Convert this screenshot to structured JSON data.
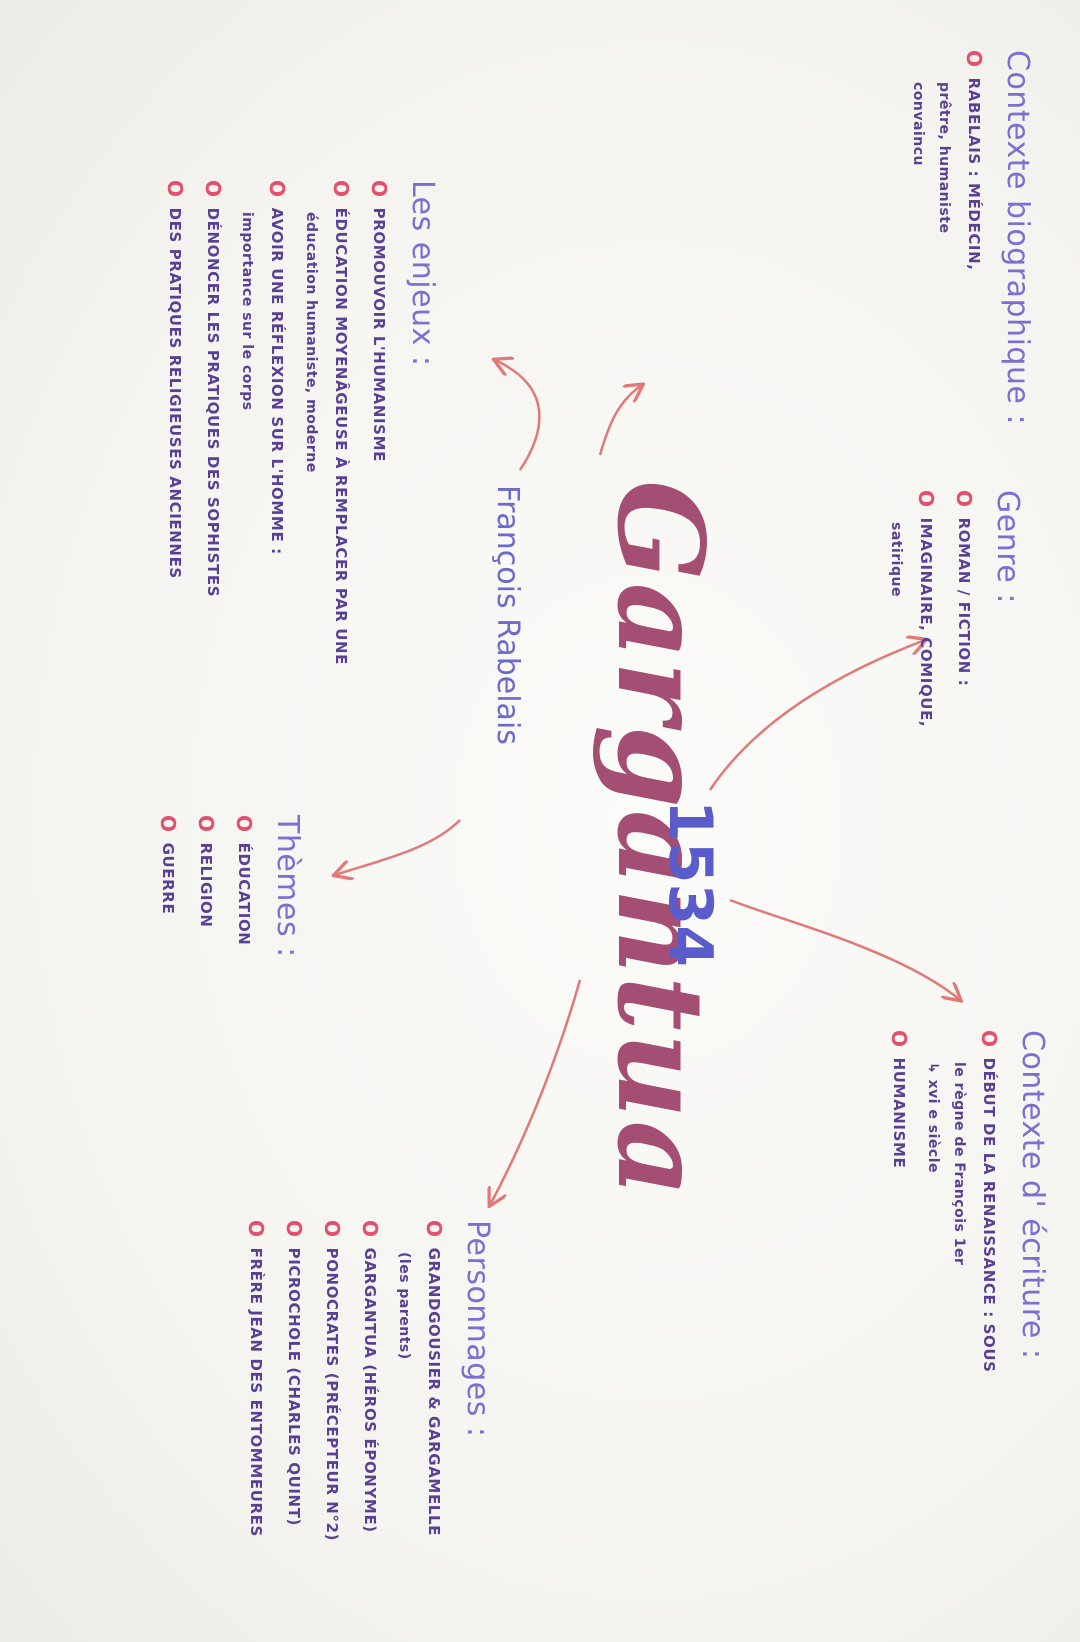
{
  "center": {
    "title": "Gargantua",
    "year": "1534",
    "author": "François Rabelais"
  },
  "contexte_bio": {
    "heading": "Contexte biographique :",
    "items": [
      {
        "text": "Rabelais : médecin,",
        "cont": [
          "prêtre, humaniste",
          "convaincu"
        ]
      }
    ]
  },
  "enjeux": {
    "heading": "Les enjeux :",
    "items": [
      {
        "text": "Promouvoir l'humanisme",
        "cont": []
      },
      {
        "text": "Éducation moyenâgeuse à remplacer par une",
        "cont": [
          "éducation humaniste, moderne"
        ]
      },
      {
        "text": "Avoir une réflexion sur l'homme :",
        "cont": [
          "importance sur le corps"
        ]
      },
      {
        "text": "Dénoncer les pratiques des sophistes",
        "cont": []
      },
      {
        "text": "Des pratiques religieuses anciennes",
        "cont": []
      }
    ]
  },
  "genre": {
    "heading": "Genre :",
    "items": [
      {
        "text": "Roman / Fiction :",
        "cont": []
      },
      {
        "text": "Imaginaire, comique,",
        "cont": [
          "satirique"
        ]
      }
    ]
  },
  "themes": {
    "heading": "Thèmes :",
    "items": [
      {
        "text": "Éducation",
        "cont": []
      },
      {
        "text": "Religion",
        "cont": []
      },
      {
        "text": "Guerre",
        "cont": []
      }
    ]
  },
  "contexte_ecriture": {
    "heading": "Contexte d' écriture :",
    "items": [
      {
        "text": "Début de la Renaissance : sous",
        "cont": [
          "le règne de François 1er",
          "↳ xvi e siècle"
        ]
      },
      {
        "text": "Humanisme",
        "cont": []
      }
    ]
  },
  "personnages": {
    "heading": "Personnages :",
    "items": [
      {
        "text": "Grandgousier & Gargamelle",
        "cont": [
          "(les parents)"
        ]
      },
      {
        "text": "Gargantua (héros éponyme)",
        "cont": []
      },
      {
        "text": "Ponocrates (précepteur n°2)",
        "cont": []
      },
      {
        "text": "Picrochole (Charles Quint)",
        "cont": []
      },
      {
        "text": "Frère Jean des Entommeures",
        "cont": []
      }
    ]
  },
  "colors": {
    "heading": "#7b6fd0",
    "text": "#5a3f93",
    "bullet": "#e3506c",
    "arrow": "#e07a78",
    "title": "#a34e72",
    "year": "#5a5ccc"
  }
}
